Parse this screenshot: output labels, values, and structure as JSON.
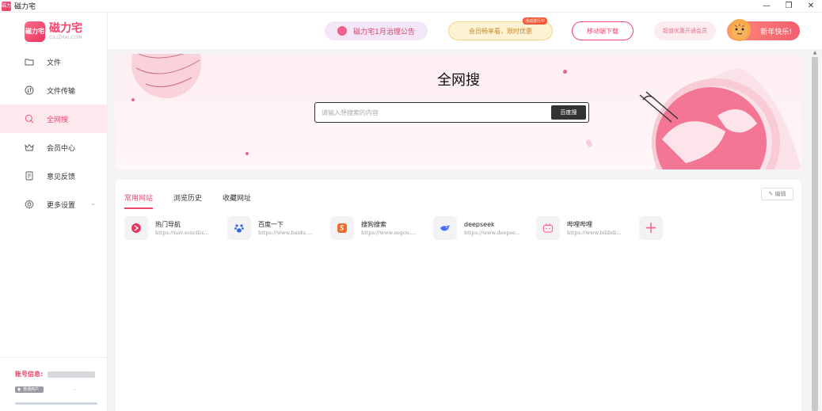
{
  "window": {
    "title": "磁力宅",
    "app_icon_text": "磁力",
    "controls": {
      "minimize": "—",
      "restore": "❐",
      "close": "✕"
    }
  },
  "sidebar": {
    "logo": {
      "badge": "磁力宅",
      "title": "磁力宅",
      "subtitle": "CILIZHAI.COM"
    },
    "items": [
      {
        "label": "文件",
        "icon": "folder-icon"
      },
      {
        "label": "文件传输",
        "icon": "transfer-icon"
      },
      {
        "label": "全网搜",
        "icon": "search-icon",
        "active": true
      },
      {
        "label": "会员中心",
        "icon": "crown-icon"
      },
      {
        "label": "意见反馈",
        "icon": "feedback-icon"
      },
      {
        "label": "更多设置",
        "icon": "gear-icon",
        "chevron": "⌄"
      }
    ],
    "footer": {
      "account_label": "账号信息:",
      "vip_badge": "普通用户",
      "vip_suffix": "-"
    }
  },
  "topbar": {
    "notice": "磁力宅1月治理公告",
    "member_offer": "会员畅享看，限时优惠",
    "member_tag": "活动进行中",
    "mobile_download": "移动端下载",
    "vip_offer": "超值优惠开通会员",
    "new_year": "新年快乐!"
  },
  "hero": {
    "title": "全网搜",
    "search_placeholder": "请输入想搜索的内容",
    "search_value": "",
    "search_button": "百度搜"
  },
  "content": {
    "tabs": [
      "常用网站",
      "浏览历史",
      "收藏网址"
    ],
    "active_tab": 0,
    "edit_button": "编辑",
    "sites": [
      {
        "name": "热门导航",
        "url": "https://nav.soucilix...",
        "icon": "hot-nav-icon",
        "color": "#e8365d"
      },
      {
        "name": "百度一下",
        "url": "https://www.baidu....",
        "icon": "baidu-paw-icon",
        "color": "#3867e0"
      },
      {
        "name": "搜狗搜索",
        "url": "https://www.sogou....",
        "icon": "sogou-icon",
        "color": "#f06a2b"
      },
      {
        "name": "deepseek",
        "url": "https://www.deepse...",
        "icon": "deepseek-whale-icon",
        "color": "#4d6bfe"
      },
      {
        "name": "哔哩哔哩",
        "url": "https://www.bilibili...",
        "icon": "bilibili-tv-icon",
        "color": "#fb7299"
      }
    ],
    "add_label": "+"
  },
  "colors": {
    "accent": "#f0456e",
    "active_bg": "#fde8ee",
    "hero_bg": "#fdeef2"
  }
}
